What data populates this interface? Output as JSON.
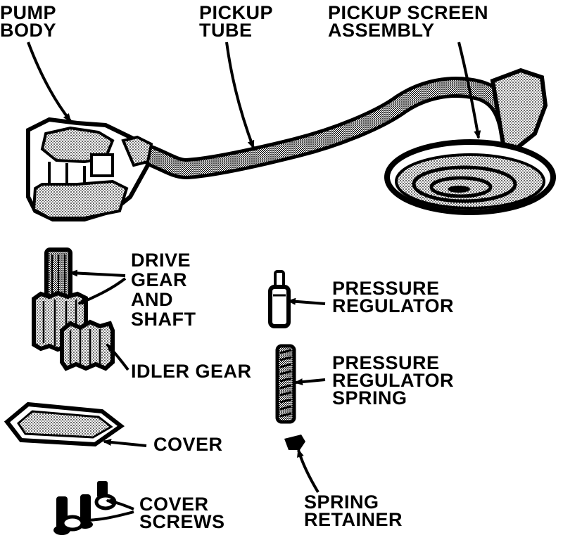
{
  "labels": {
    "pump_body": [
      "PUMP",
      "BODY"
    ],
    "pickup_tube": [
      "PICKUP",
      "TUBE"
    ],
    "pickup_screen_assembly": [
      "PICKUP SCREEN",
      "ASSEMBLY"
    ],
    "drive_gear_and_shaft": [
      "DRIVE",
      "GEAR",
      "AND",
      "SHAFT"
    ],
    "pressure_regulator": [
      "PRESSURE",
      "REGULATOR"
    ],
    "idler_gear": [
      "IDLER GEAR"
    ],
    "pressure_regulator_spring": [
      "PRESSURE",
      "REGULATOR",
      "SPRING"
    ],
    "cover": [
      "COVER"
    ],
    "cover_screws": [
      "COVER",
      "SCREWS"
    ],
    "spring_retainer": [
      "SPRING",
      "RETAINER"
    ]
  }
}
